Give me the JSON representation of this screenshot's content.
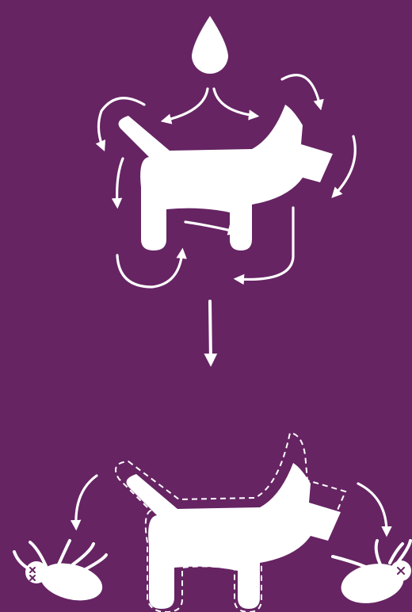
{
  "colors": {
    "background": "#662463",
    "foreground": "#ffffff"
  },
  "icons": {
    "drop": "water-drop-icon",
    "dog": "dog-silhouette-icon",
    "arrow": "curved-arrow-icon",
    "flea": "dead-flea-icon"
  },
  "steps": [
    {
      "name": "spot-on-application",
      "icon": "water-drop-icon"
    },
    {
      "name": "spreads-over-skin",
      "icon": "dog-silhouette-icon"
    },
    {
      "name": "protective-coating",
      "icon": "dog-silhouette-icon"
    },
    {
      "name": "fleas-killed",
      "icon": "dead-flea-icon"
    }
  ]
}
